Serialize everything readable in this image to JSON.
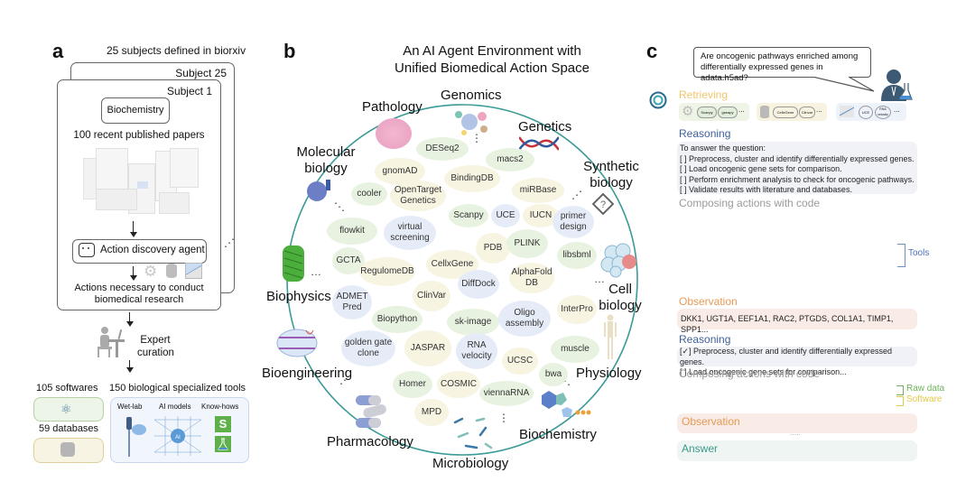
{
  "panel_a": {
    "letter": "a",
    "top_caption": "25 subjects defined in biorxiv",
    "subject_back": "Subject 25",
    "subject_front": "Subject 1",
    "subject_box": "Biochemistry",
    "papers_caption": "100 recent published papers",
    "agent_label": "Action discovery agent",
    "actions_caption": "Actions necessary to conduct biomedical research",
    "curation_label": "Expert curation",
    "softwares_label": "105 softwares",
    "databases_label": "59 databases",
    "tools_label": "150 biological specialized tools",
    "tool_categories": [
      "Wet-lab",
      "AI models",
      "Know-hows"
    ],
    "icons": [
      "gear-icon",
      "database-icon",
      "chart-icon",
      "robot-icon",
      "person-at-desk-icon",
      "network-icon",
      "pipette-icon",
      "neural-network-icon",
      "flask-icon"
    ]
  },
  "panel_b": {
    "letter": "b",
    "title_line1": "An AI Agent Environment with",
    "title_line2": "Unified Biomedical Action Space",
    "subjects": [
      "Pathology",
      "Genomics",
      "Genetics",
      "Molecular biology",
      "Synthetic biology",
      "Biophysics",
      "Cell biology",
      "Bioengineering",
      "Physiology",
      "Pharmacology",
      "Biochemistry",
      "Microbiology"
    ],
    "tools": [
      {
        "label": "DESeq2",
        "color": "green"
      },
      {
        "label": "macs2",
        "color": "green"
      },
      {
        "label": "gnomAD",
        "color": "yellow"
      },
      {
        "label": "BindingDB",
        "color": "yellow"
      },
      {
        "label": "miRBase",
        "color": "yellow"
      },
      {
        "label": "cooler",
        "color": "green"
      },
      {
        "label": "OpenTarget Genetics",
        "color": "yellow"
      },
      {
        "label": "Scanpy",
        "color": "green"
      },
      {
        "label": "UCE",
        "color": "blue"
      },
      {
        "label": "IUCN",
        "color": "yellow"
      },
      {
        "label": "primer design",
        "color": "blue"
      },
      {
        "label": "flowkit",
        "color": "green"
      },
      {
        "label": "virtual screening",
        "color": "blue"
      },
      {
        "label": "PDB",
        "color": "yellow"
      },
      {
        "label": "PLINK",
        "color": "green"
      },
      {
        "label": "libsbml",
        "color": "green"
      },
      {
        "label": "GCTA",
        "color": "green"
      },
      {
        "label": "RegulomeDB",
        "color": "yellow"
      },
      {
        "label": "CellxGene",
        "color": "yellow"
      },
      {
        "label": "AlphaFold DB",
        "color": "yellow"
      },
      {
        "label": "ADMET Pred",
        "color": "blue"
      },
      {
        "label": "ClinVar",
        "color": "yellow"
      },
      {
        "label": "DiffDock",
        "color": "blue"
      },
      {
        "label": "InterPro",
        "color": "yellow"
      },
      {
        "label": "Biopython",
        "color": "green"
      },
      {
        "label": "sk-image",
        "color": "green"
      },
      {
        "label": "Oligo assembly",
        "color": "blue"
      },
      {
        "label": "golden gate clone",
        "color": "blue"
      },
      {
        "label": "JASPAR",
        "color": "yellow"
      },
      {
        "label": "RNA velocity",
        "color": "blue"
      },
      {
        "label": "UCSC",
        "color": "yellow"
      },
      {
        "label": "muscle",
        "color": "green"
      },
      {
        "label": "bwa",
        "color": "green"
      },
      {
        "label": "Homer",
        "color": "green"
      },
      {
        "label": "COSMIC",
        "color": "yellow"
      },
      {
        "label": "viennaRNA",
        "color": "green"
      },
      {
        "label": "MPD",
        "color": "yellow"
      }
    ],
    "colors": {
      "green": "#e8f2e1",
      "yellow": "#f7f4e2",
      "blue": "#e6ecf7",
      "circle": "#3a9a96"
    }
  },
  "panel_c": {
    "letter": "c",
    "question": "Are oncogenic pathways enriched among differentially expressed genes in adata.h5ad?",
    "retrieving_title": "Retrieving",
    "retrieving_groups": [
      {
        "icon": "gear-icon",
        "items": [
          "Scanpy",
          "gseapy"
        ],
        "more": "..."
      },
      {
        "icon": "database-icon",
        "items": [
          "CellxGene",
          "Clinvar"
        ],
        "more": "..."
      },
      {
        "icon": "chart-icon",
        "items": [
          "UCE",
          "RNA velocity"
        ],
        "more": "..."
      }
    ],
    "reasoning1_title": "Reasoning",
    "reasoning1_lines": [
      "To answer the question:",
      "[   ] Preprocess, cluster and identify differentially expressed genes.",
      "[   ] Load oncogenic gene sets for comparison.",
      "[   ] Perform enrichment analysis to check for oncogenic pathways.",
      "[   ] Validate results with literature and databases."
    ],
    "composing1": "Composing actions with code",
    "tools_bracket": "Tools",
    "observation1_title": "Observation",
    "observation1_text": "DKK1, UGT1A, EEF1A1, RAC2, PTGDS, COL1A1, TIMP1, SPP1...",
    "reasoning2_title": "Reasoning",
    "reasoning2_lines": [
      "[✓] Preprocess, cluster and identify differentially expressed genes.",
      "[   ] Load oncogenic gene sets for comparison..."
    ],
    "composing2": "Composing actions with code",
    "raw_data_bracket": "Raw data",
    "software_bracket": "Software",
    "observation2_title": "Observation",
    "ellipsis": "......",
    "answer_title": "Answer",
    "colors": {
      "retrieving": "#f2c46b",
      "reasoning": "#3d5f9c",
      "observation": "#e59a55",
      "answer": "#3b9b8a",
      "tools": "#4a72b8",
      "raw_data": "#6cb35a",
      "software": "#e3c94a"
    }
  }
}
